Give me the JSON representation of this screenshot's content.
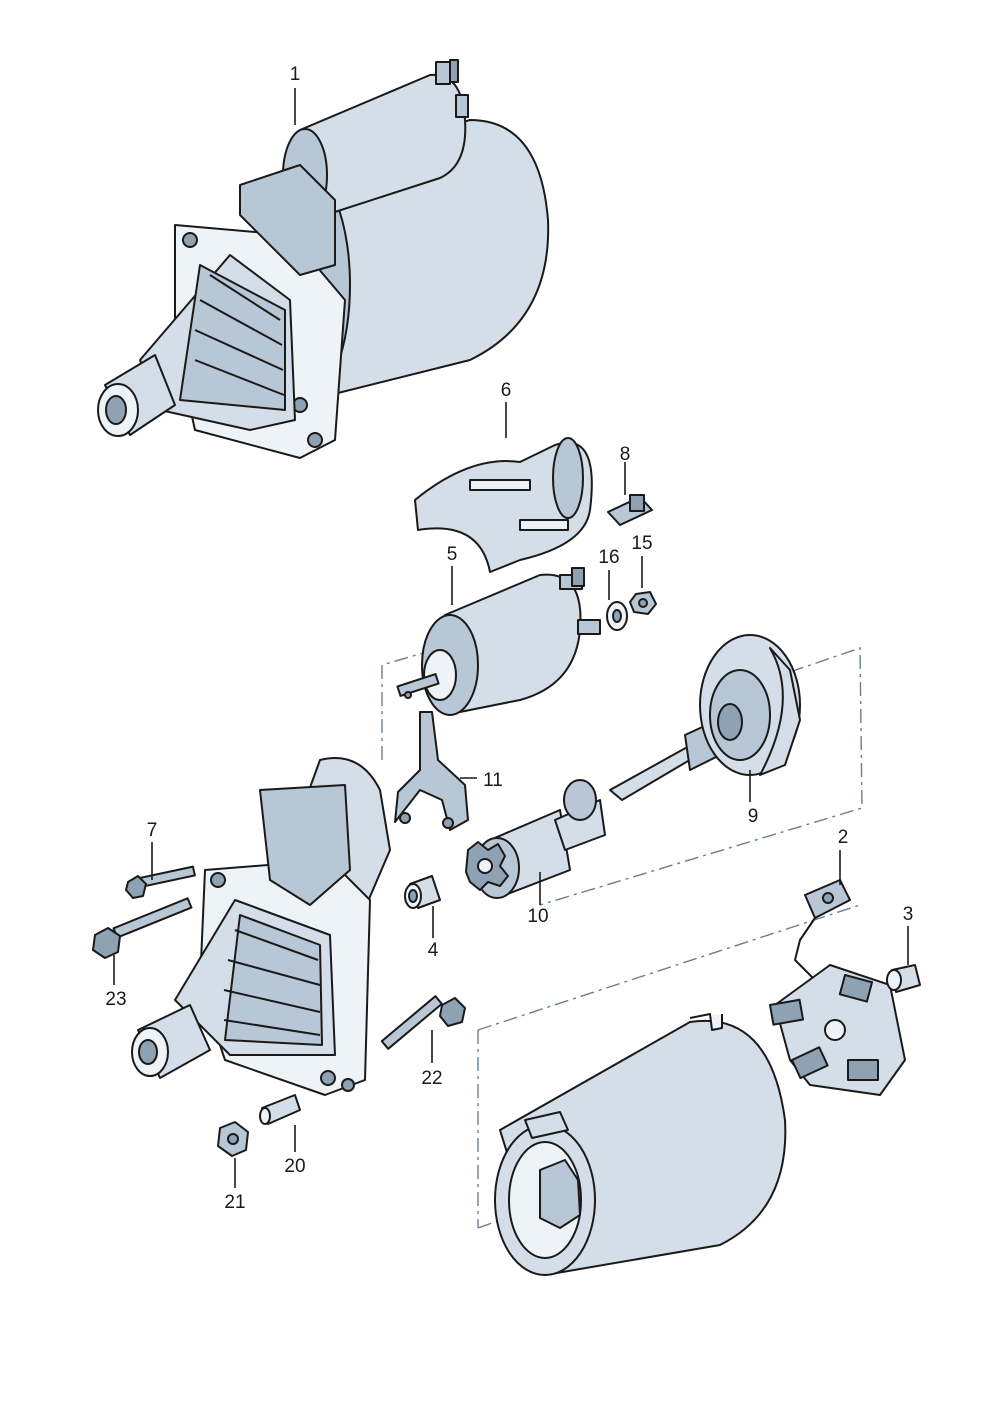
{
  "callouts": {
    "c1": "1",
    "c2": "2",
    "c3": "3",
    "c4": "4",
    "c5": "5",
    "c6": "6",
    "c7": "7",
    "c8": "8",
    "c9": "9",
    "c10": "10",
    "c11": "11",
    "c15": "15",
    "c16": "16",
    "c20": "20",
    "c21": "21",
    "c22": "22",
    "c23": "23"
  },
  "colors": {
    "line": "#1a1a1a",
    "part_light": "#d3dee8",
    "part_mid": "#b8c7d5",
    "part_dark": "#8ea2b4",
    "dash": "#6a7e90"
  }
}
